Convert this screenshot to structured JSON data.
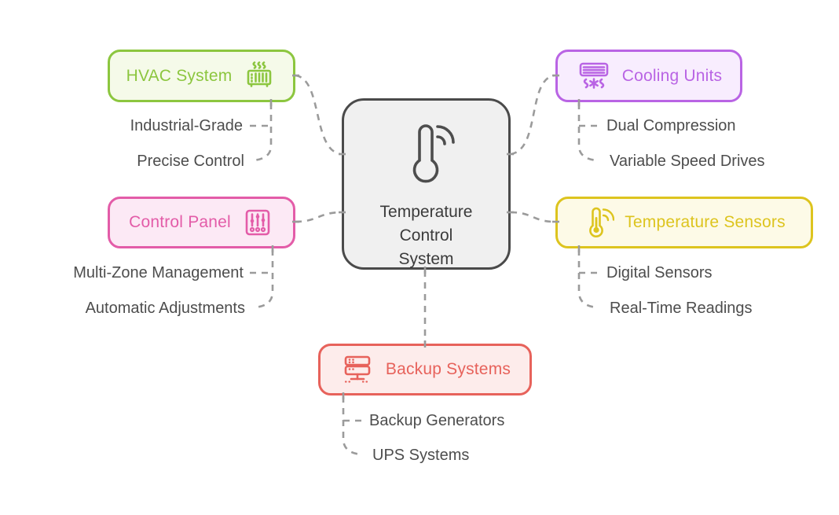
{
  "diagram": {
    "title": "Temperature Control System",
    "center": {
      "title_lines": [
        "Temperature",
        "Control",
        "System"
      ],
      "icon": "thermometer-signal-icon",
      "border_color": "#4a4a4a",
      "bg_color": "#f0f0f0",
      "text_color": "#3b3b3b"
    },
    "connector_color": "#9b9b9b",
    "branches": [
      {
        "id": "hvac",
        "label": "HVAC System",
        "icon": "heater-icon",
        "color": "#8cc63f",
        "bg": "#f5fae9",
        "children": [
          "Industrial-Grade",
          "Precise Control"
        ]
      },
      {
        "id": "control-panel",
        "label": "Control Panel",
        "icon": "sliders-icon",
        "color": "#e35ca8",
        "bg": "#fce9f5",
        "children": [
          "Multi-Zone Management",
          "Automatic Adjustments"
        ]
      },
      {
        "id": "cooling-units",
        "label": "Cooling Units",
        "icon": "air-conditioner-icon",
        "color": "#b964e4",
        "bg": "#f8edfe",
        "children": [
          "Dual Compression",
          "Variable Speed Drives"
        ]
      },
      {
        "id": "temperature-sensors",
        "label": "Temperature Sensors",
        "icon": "thermometer-icon",
        "color": "#ddc41e",
        "bg": "#fdfae7",
        "children": [
          "Digital Sensors",
          "Real-Time Readings"
        ]
      },
      {
        "id": "backup-systems",
        "label": "Backup Systems",
        "icon": "server-icon",
        "color": "#e7625b",
        "bg": "#fdeceb",
        "children": [
          "Backup Generators",
          "UPS Systems"
        ]
      }
    ]
  }
}
